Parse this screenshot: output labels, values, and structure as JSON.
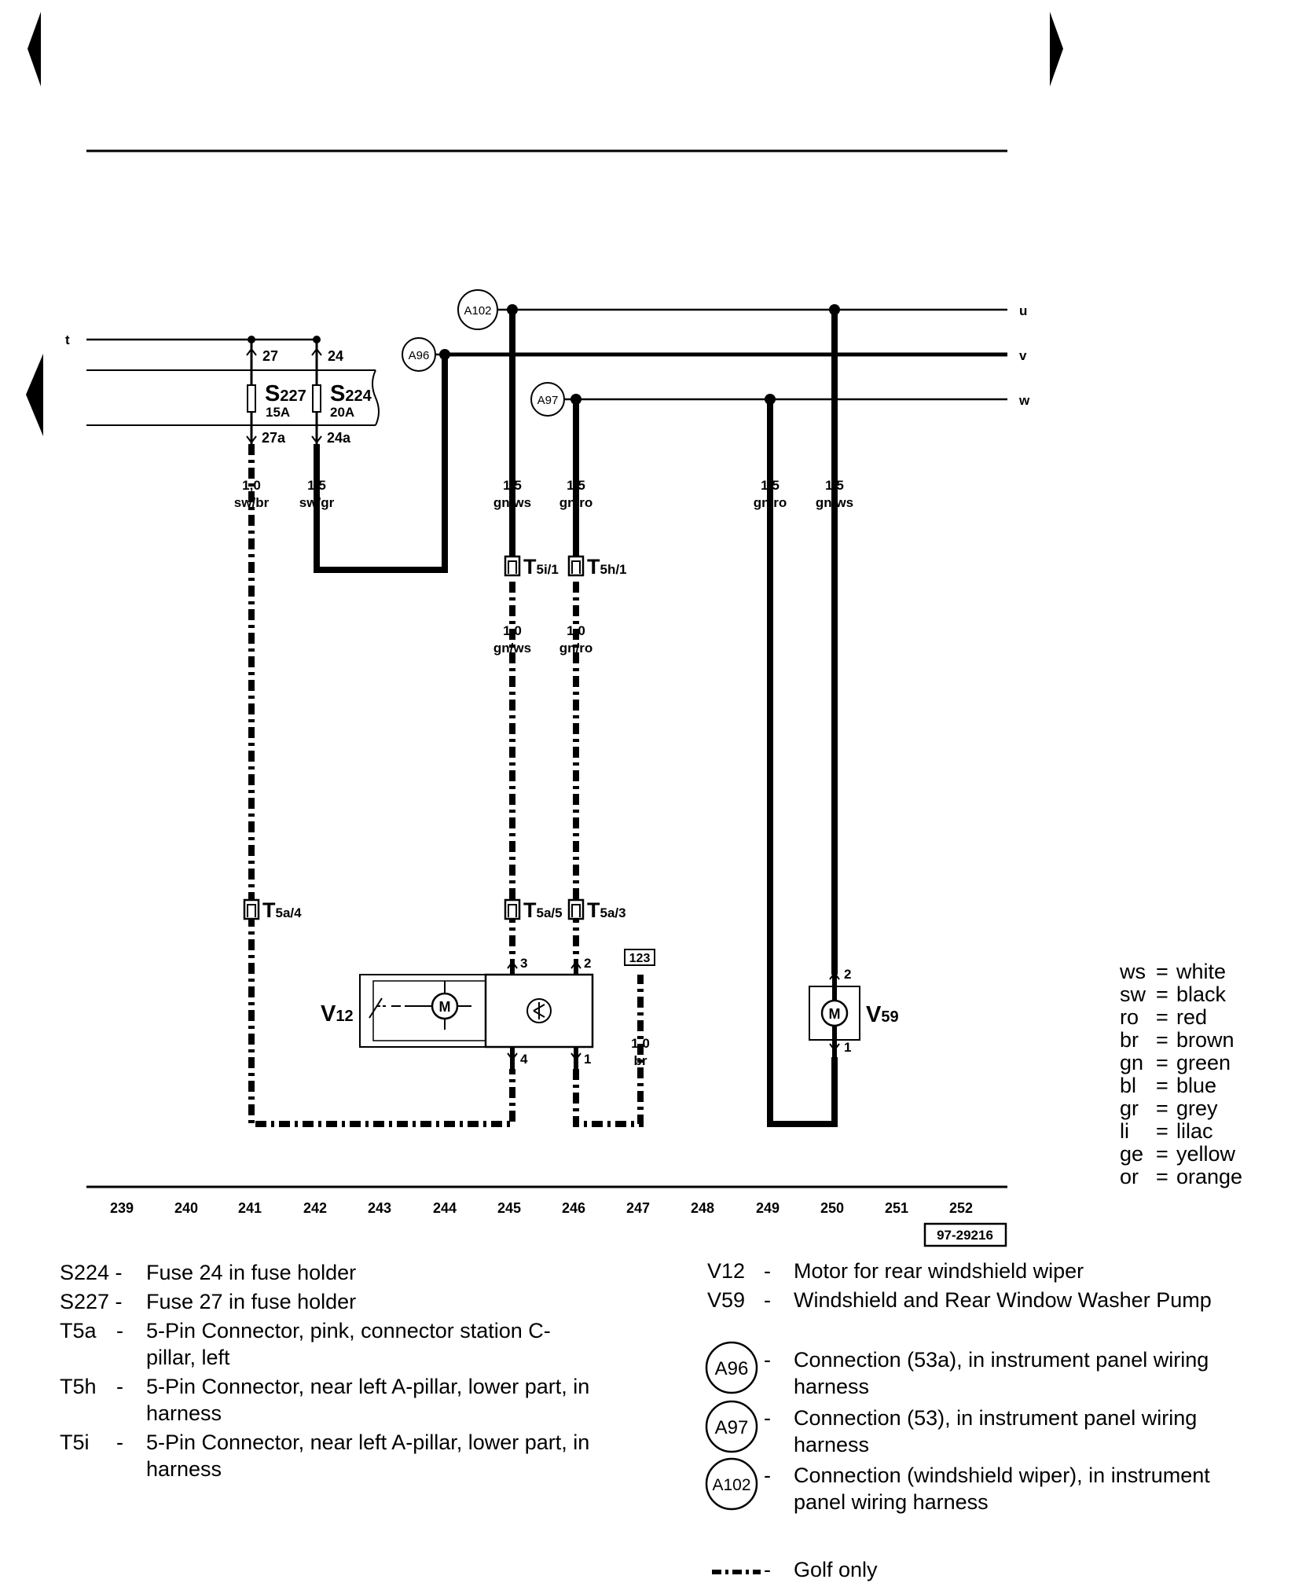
{
  "nav": {
    "prev_page_icon": "triangle-left",
    "next_page_icon": "triangle-right",
    "sheet_back_icon": "triangle-left"
  },
  "buses": [
    {
      "id": "u",
      "label": "u"
    },
    {
      "id": "v",
      "label": "v"
    },
    {
      "id": "w",
      "label": "w"
    },
    {
      "id": "t",
      "label": "t"
    }
  ],
  "fuses": [
    {
      "name": "S",
      "sub": "227",
      "rating": "15A",
      "top_pin": "27",
      "bottom_pin": "27a"
    },
    {
      "name": "S",
      "sub": "224",
      "rating": "20A",
      "top_pin": "24",
      "bottom_pin": "24a"
    }
  ],
  "connections": [
    "A102",
    "A96",
    "A97"
  ],
  "wires": [
    {
      "size": "1,0",
      "color": "sw/br"
    },
    {
      "size": "1,5",
      "color": "sw/gr"
    },
    {
      "size": "1,5",
      "color": "gn/ws"
    },
    {
      "size": "1,5",
      "color": "gn/ro"
    },
    {
      "size": "1,5",
      "color": "gn/ro"
    },
    {
      "size": "1,5",
      "color": "gn/ws"
    },
    {
      "size": "1,0",
      "color": "gn/ws"
    },
    {
      "size": "1,0",
      "color": "gn/ro"
    },
    {
      "size": "1,0",
      "color": "br"
    }
  ],
  "connectors": [
    {
      "main": "T",
      "sub": "5i/1"
    },
    {
      "main": "T",
      "sub": "5h/1"
    },
    {
      "main": "T",
      "sub": "5a/4"
    },
    {
      "main": "T",
      "sub": "5a/5"
    },
    {
      "main": "T",
      "sub": "5a/3"
    }
  ],
  "pins": {
    "v12_p3": "3",
    "v12_p2": "2",
    "v12_p4": "4",
    "v12_p1": "1",
    "v59_p2": "2",
    "v59_p1": "1"
  },
  "components": {
    "v12": {
      "main": "V",
      "sub": "12"
    },
    "v59": {
      "main": "V",
      "sub": "59"
    },
    "motor_symbol": "M",
    "ground_ref": "123"
  },
  "grid": [
    "239",
    "240",
    "241",
    "242",
    "243",
    "244",
    "245",
    "246",
    "247",
    "248",
    "249",
    "250",
    "251",
    "252"
  ],
  "ref_number": "97-29216",
  "color_legend": [
    {
      "code": "ws",
      "name": "white"
    },
    {
      "code": "sw",
      "name": "black"
    },
    {
      "code": "ro",
      "name": "red"
    },
    {
      "code": "br",
      "name": "brown"
    },
    {
      "code": "gn",
      "name": "green"
    },
    {
      "code": "bl",
      "name": "blue"
    },
    {
      "code": "gr",
      "name": "grey"
    },
    {
      "code": "li",
      "name": "lilac"
    },
    {
      "code": "ge",
      "name": "yellow"
    },
    {
      "code": "or",
      "name": "orange"
    }
  ],
  "legend_left": [
    {
      "code": "S224 -",
      "desc": "Fuse 24 in fuse holder"
    },
    {
      "code": "S227 -",
      "desc": "Fuse 27 in fuse holder"
    },
    {
      "code": "T5a",
      "dash": "-",
      "desc": "5-Pin Connector, pink, connector station C-pillar, left"
    },
    {
      "code": "T5h",
      "dash": "-",
      "desc": "5-Pin Connector, near left A-pillar, lower part, in harness"
    },
    {
      "code": "T5i",
      "dash": "-",
      "desc": "5-Pin Connector, near left A-pillar, lower part, in harness"
    }
  ],
  "legend_right": [
    {
      "code": "V12",
      "dash": "-",
      "desc": "Motor for rear windshield wiper"
    },
    {
      "code": "V59",
      "dash": "-",
      "desc": "Windshield and Rear Window Washer Pump"
    },
    {
      "code": "A96",
      "dash": "-",
      "desc": "Connection (53a), in instrument panel wiring harness"
    },
    {
      "code": "A97",
      "dash": "-",
      "desc": "Connection (53), in instrument panel wiring harness"
    },
    {
      "code": "A102",
      "dash": "-",
      "desc": "Connection (windshield wiper), in instrument panel wiring harness"
    }
  ],
  "golf_only": {
    "dash": "-",
    "label": "Golf only"
  }
}
